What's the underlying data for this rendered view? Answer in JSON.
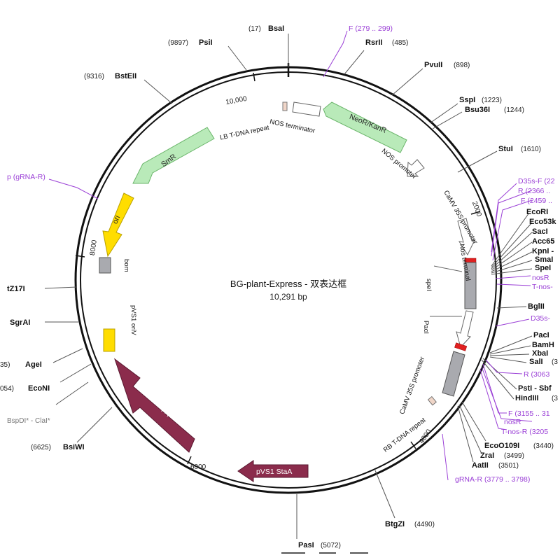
{
  "plasmid": {
    "name": "BG-plant-Express - 双表达框",
    "size": "10,291 bp"
  },
  "colors": {
    "ring": "#111111",
    "primer": "#9a3fd6",
    "green": "#b9eab9",
    "yellow": "#ffdd00",
    "maroon": "#8b2c4c",
    "gray": "#a9aaaf",
    "red": "#e02020"
  },
  "ticks": [
    {
      "label": "10,000"
    },
    {
      "label": "2000"
    },
    {
      "label": "4000"
    },
    {
      "label": "6000"
    },
    {
      "label": "8000"
    }
  ],
  "sites": [
    {
      "name": "BsaI",
      "pos": "(17)"
    },
    {
      "name": "PsiI",
      "pos": "(9897)"
    },
    {
      "name": "BstEII",
      "pos": "(9316)"
    },
    {
      "name": "RsrII",
      "pos": "(485)"
    },
    {
      "name": "PvuII",
      "pos": "(898)"
    },
    {
      "name": "SspI",
      "pos": "(1223)"
    },
    {
      "name": "Bsu36I",
      "pos": "(1244)"
    },
    {
      "name": "StuI",
      "pos": "(1610)"
    },
    {
      "name": "EcoRI",
      "pos": ""
    },
    {
      "name": "Eco53k",
      "pos": ""
    },
    {
      "name": "SacI",
      "pos": ""
    },
    {
      "name": "Acc65",
      "pos": ""
    },
    {
      "name": "KpnI -",
      "pos": ""
    },
    {
      "name": "SmaI",
      "pos": ""
    },
    {
      "name": "SpeI",
      "pos": ""
    },
    {
      "name": "BglII",
      "pos": ""
    },
    {
      "name": "PacI",
      "pos": ""
    },
    {
      "name": "BamH",
      "pos": ""
    },
    {
      "name": "XbaI",
      "pos": ""
    },
    {
      "name": "SalI",
      "pos": "(3"
    },
    {
      "name": "PstI - Sbf",
      "pos": ""
    },
    {
      "name": "HindIII",
      "pos": "(3"
    },
    {
      "name": "EcoO109I",
      "pos": "(3440)"
    },
    {
      "name": "ZraI",
      "pos": "(3499)"
    },
    {
      "name": "AatII",
      "pos": "(3501)"
    },
    {
      "name": "BtgZI",
      "pos": "(4490)"
    },
    {
      "name": "PasI",
      "pos": "(5072)"
    },
    {
      "name": "BsiWI",
      "pos": "(6625)"
    },
    {
      "name": "EcoNI",
      "pos": "054)"
    },
    {
      "name": "AgeI",
      "pos": "35)"
    },
    {
      "name": "SgrAI",
      "pos": ""
    },
    {
      "name": "tZ17I",
      "pos": ""
    }
  ],
  "grey_sites": [
    {
      "text": "BspDI* - ClaI*"
    }
  ],
  "primers": [
    {
      "text": "F  (279 .. 299)"
    },
    {
      "text": "D35s-F  (22"
    },
    {
      "text": "R  (2366 .."
    },
    {
      "text": "F  (2459 .."
    },
    {
      "text": "nosR"
    },
    {
      "text": "T-nos-"
    },
    {
      "text": "D35s-"
    },
    {
      "text": "R  (3063"
    },
    {
      "text": "F  (3155 .. 31"
    },
    {
      "text": "nosR"
    },
    {
      "text": "T-nos-R  (3205"
    },
    {
      "text": "gRNA-R  (3779 .. 3798)"
    },
    {
      "text": "p  (gRNA-R)"
    }
  ],
  "features": [
    {
      "label": "NeoR/KanR"
    },
    {
      "label": "SmR"
    },
    {
      "label": "ori"
    },
    {
      "label": "pVS1 RepA"
    },
    {
      "label": "pVS1 StaA"
    }
  ],
  "inner_labels": [
    {
      "text": "LB T-DNA repeat"
    },
    {
      "text": "NOS terminator"
    },
    {
      "text": "NOS promoter"
    },
    {
      "text": "CaMV 35S promoter"
    },
    {
      "text": "Nos terminal"
    },
    {
      "text": "speI"
    },
    {
      "text": "PacI"
    },
    {
      "text": "CaMV 35S promoter"
    },
    {
      "text": "RB T-DNA repeat"
    },
    {
      "text": "bom"
    },
    {
      "text": "pVS1 oriV"
    }
  ]
}
